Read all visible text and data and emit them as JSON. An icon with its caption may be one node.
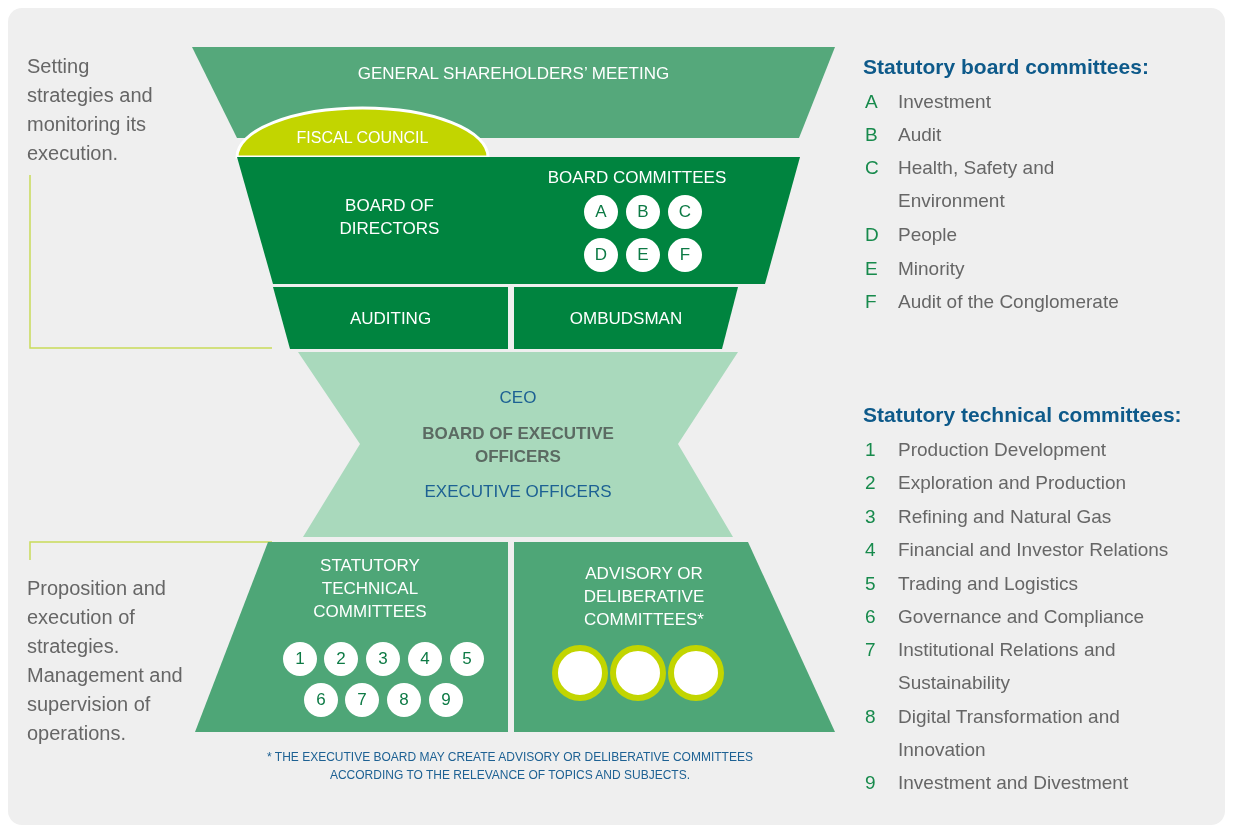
{
  "diagram": {
    "nodes": [
      {
        "text": [
          "GENERAL SHAREHOLDERS’ MEETING"
        ]
      },
      {
        "text": [
          "FISCAL COUNCIL"
        ]
      },
      {
        "text": [
          "BOARD OF DIRECTORS",
          "BOARD COMMITTEES"
        ]
      },
      {
        "text": [
          "A"
        ],
        "in": 2
      },
      {
        "text": [
          "B"
        ],
        "in": 2
      },
      {
        "text": [
          "C"
        ],
        "in": 2
      },
      {
        "text": [
          "D"
        ],
        "in": 2
      },
      {
        "text": [
          "E"
        ],
        "in": 2
      },
      {
        "text": [
          "F"
        ],
        "in": 2
      },
      {
        "text": [
          "AUDITING"
        ]
      },
      {
        "text": [
          "OMBUDSMAN"
        ]
      },
      {
        "text": [
          "CEO",
          "BOARD OF EXECUTIVE OFFICERS",
          "EXECUTIVE OFFICERS"
        ]
      },
      {
        "text": [
          "STATUTORY TECHNICAL COMMITTEES"
        ]
      },
      {
        "text": [
          "1"
        ],
        "in": 12
      },
      {
        "text": [
          "2"
        ],
        "in": 12
      },
      {
        "text": [
          "3"
        ],
        "in": 12
      },
      {
        "text": [
          "4"
        ],
        "in": 12
      },
      {
        "text": [
          "5"
        ],
        "in": 12
      },
      {
        "text": [
          "6"
        ],
        "in": 12
      },
      {
        "text": [
          "7"
        ],
        "in": 12
      },
      {
        "text": [
          "8"
        ],
        "in": 12
      },
      {
        "text": [
          "9"
        ],
        "in": 12
      },
      {
        "text": [
          "ADVISORY OR DELIBERATIVE COMMITTEES*"
        ]
      },
      {
        "text": [],
        "shape": "circle",
        "in": 22
      },
      {
        "text": [],
        "shape": "circle",
        "in": 22
      },
      {
        "text": [],
        "shape": "circle",
        "in": 22
      }
    ],
    "labels": [
      "Setting strategies and monitoring its execution.",
      "Proposition and execution of strategies. Management and supervision of operations.",
      "* THE EXECUTIVE BOARD MAY CREATE ADVISORY OR DELIBERATIVE COMMITTEES ACCORDING TO THE RELEVANCE OF TOPICS AND SUBJECTS.",
      "Statutory board committees:",
      "A",
      "Investment",
      "B",
      "Audit",
      "C",
      "Health, Safety and Environment",
      "D",
      "People",
      "E",
      "Minority",
      "F",
      "Audit of the Conglomerate",
      "Statutory technical committees:",
      "1",
      "Production Development",
      "2",
      "Exploration and Production",
      "3",
      "Refining and Natural Gas",
      "4",
      "Financial and Investor Relations",
      "5",
      "Trading and Logistics",
      "6",
      "Governance and Compliance",
      "7",
      "Institutional Relations and Sustainability",
      "8",
      "Digital Transformation and Innovation",
      "9",
      "Investment and Divestment"
    ]
  }
}
